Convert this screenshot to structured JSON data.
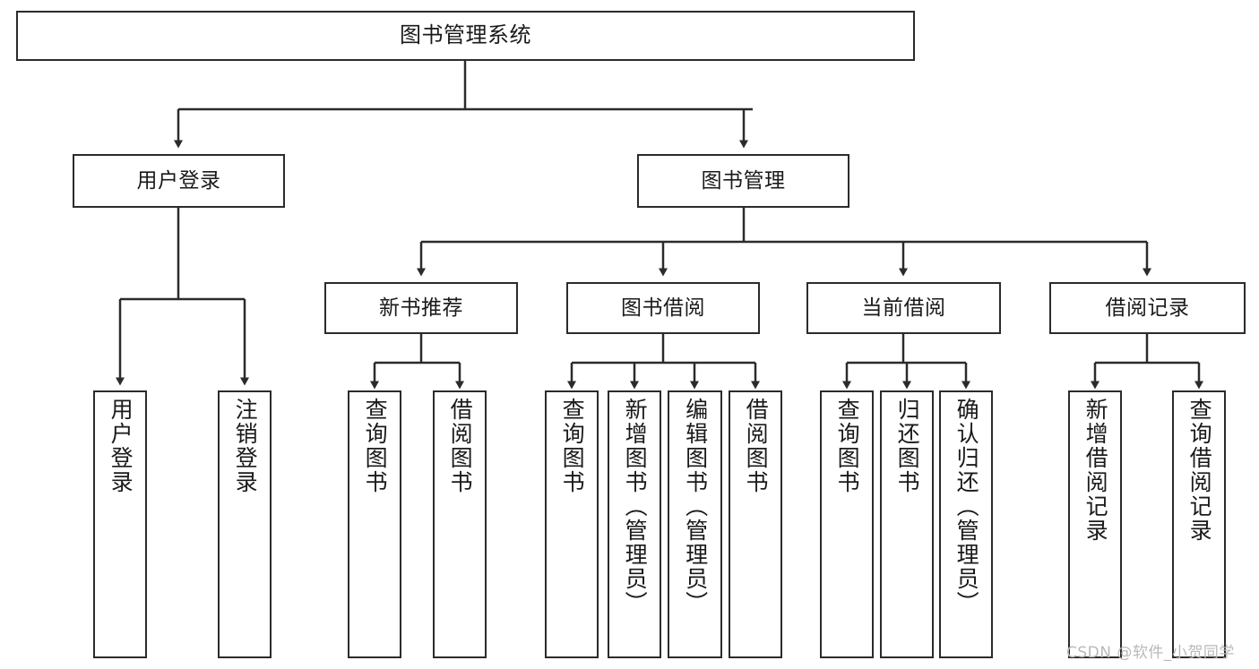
{
  "diagram": {
    "type": "tree-hierarchy",
    "title": "图书管理系统",
    "orientation": "top-down",
    "line_color": "#2b2b2b",
    "box_fill": "#ffffff",
    "root": {
      "id": "root",
      "label": "图书管理系统"
    },
    "level2": [
      {
        "id": "user-login",
        "label": "用户登录"
      },
      {
        "id": "book-manage",
        "label": "图书管理"
      }
    ],
    "level3": [
      {
        "id": "new-book-rec",
        "label": "新书推荐",
        "parent": "book-manage"
      },
      {
        "id": "book-borrow",
        "label": "图书借阅",
        "parent": "book-manage"
      },
      {
        "id": "current-borrow",
        "label": "当前借阅",
        "parent": "book-manage"
      },
      {
        "id": "borrow-record",
        "label": "借阅记录",
        "parent": "book-manage"
      }
    ],
    "leaves": [
      {
        "id": "leaf-user-login",
        "label": "用户登录",
        "parent": "user-login"
      },
      {
        "id": "leaf-logout",
        "label": "注销登录",
        "parent": "user-login"
      },
      {
        "id": "leaf-query-book-1",
        "label": "查询图书",
        "parent": "new-book-rec"
      },
      {
        "id": "leaf-borrow-book-1",
        "label": "借阅图书",
        "parent": "new-book-rec"
      },
      {
        "id": "leaf-query-book-2",
        "label": "查询图书",
        "parent": "book-borrow"
      },
      {
        "id": "leaf-add-book",
        "label": "新增图书（管理员）",
        "parent": "book-borrow"
      },
      {
        "id": "leaf-edit-book",
        "label": "编辑图书（管理员）",
        "parent": "book-borrow"
      },
      {
        "id": "leaf-borrow-book-2",
        "label": "借阅图书",
        "parent": "book-borrow"
      },
      {
        "id": "leaf-query-book-3",
        "label": "查询图书",
        "parent": "current-borrow"
      },
      {
        "id": "leaf-return-book",
        "label": "归还图书",
        "parent": "current-borrow"
      },
      {
        "id": "leaf-confirm-return",
        "label": "确认归还（管理员）",
        "parent": "current-borrow"
      },
      {
        "id": "leaf-add-record",
        "label": "新增借阅记录",
        "parent": "borrow-record"
      },
      {
        "id": "leaf-query-record",
        "label": "查询借阅记录",
        "parent": "borrow-record"
      }
    ]
  },
  "watermark": {
    "text": "CSDN @软件_小贺同学",
    "color": "#b9b9b9"
  }
}
